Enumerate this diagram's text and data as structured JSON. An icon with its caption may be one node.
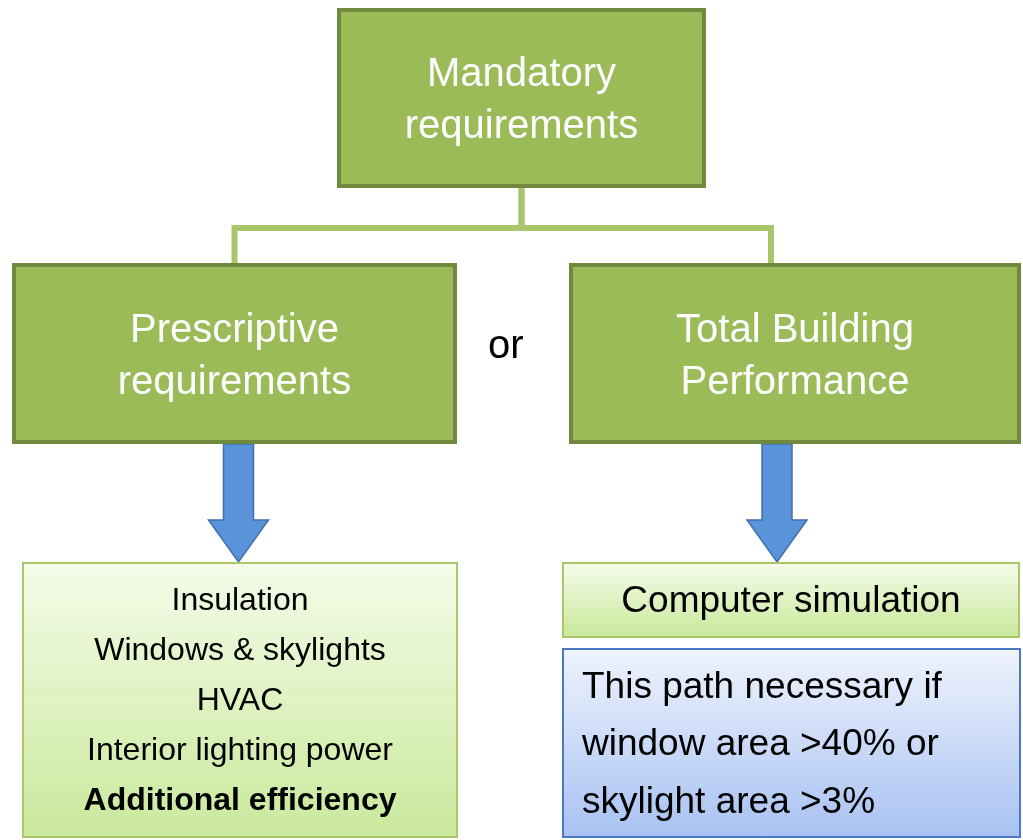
{
  "diagram": {
    "nodes": [
      {
        "text": [
          "Mandatory requirements"
        ]
      },
      {
        "text": [
          "Prescriptive requirements"
        ]
      },
      {
        "text": [
          "Total Building Performance"
        ]
      },
      {
        "text": [
          "Insulation",
          "Windows & skylights",
          "HVAC",
          "Interior lighting power",
          "Additional efficiency"
        ]
      },
      {
        "text": [
          "Computer simulation"
        ]
      },
      {
        "text": [
          "This path necessary if window area >40% or skylight area >3%"
        ]
      }
    ],
    "edges": [
      {
        "from": 0,
        "to": 1,
        "arrow": "none"
      },
      {
        "from": 0,
        "to": 2,
        "arrow": "none"
      },
      {
        "from": 1,
        "to": 3,
        "arrow": "to",
        "style": "thick",
        "color": "#5b93d8"
      },
      {
        "from": 2,
        "to": 4,
        "arrow": "to",
        "style": "thick",
        "color": "#5b93d8"
      }
    ],
    "labels": [
      "or"
    ]
  }
}
